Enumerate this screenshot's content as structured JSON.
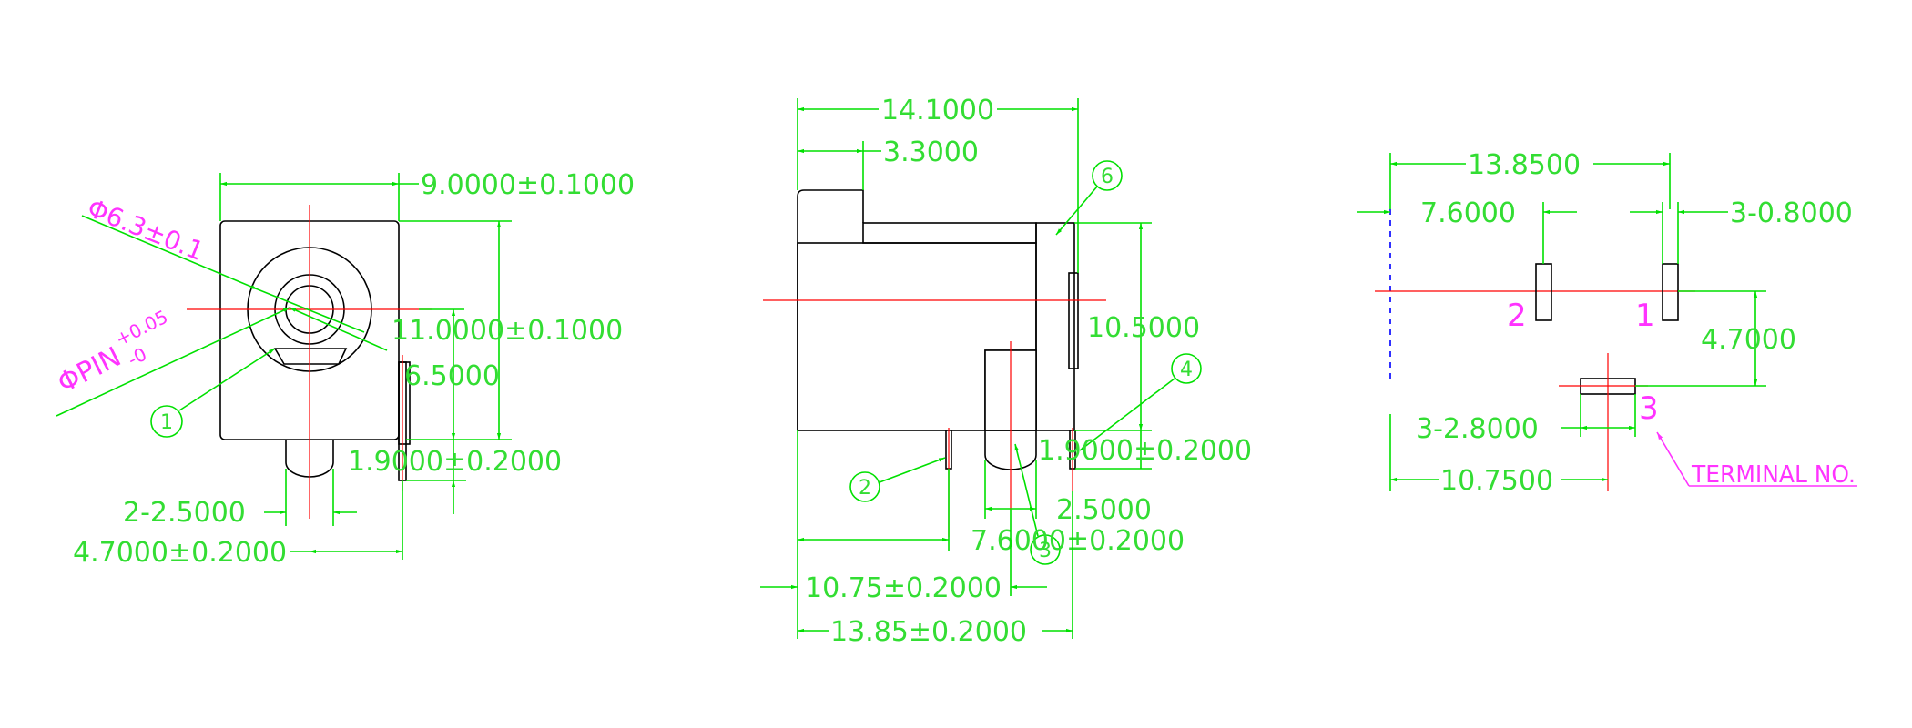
{
  "front": {
    "width": "9.0000±0.1000",
    "hole": "Φ6.3±0.1",
    "pin_label": "ΦPIN",
    "pin_tol_upper": "+0.05",
    "pin_tol_lower": "-0",
    "height": "11.0000±0.1000",
    "h2": "6.5000",
    "h3": "1.9000±0.2000",
    "pitch": "2-2.5000",
    "offset": "4.7000±0.2000",
    "balloon_1": "1"
  },
  "side": {
    "top_length": "14.1000",
    "nose": "3.3000",
    "height": "10.5000",
    "pin_height": "1.9000±0.2000",
    "pin_w": "2.5000",
    "dist_1": "7.6000±0.2000",
    "dist_2": "10.75±0.2000",
    "dist_3": "13.85±0.2000",
    "balloon_2": "2",
    "balloon_3": "3",
    "balloon_4": "4",
    "balloon_6": "6"
  },
  "footprint": {
    "overall": "13.8500",
    "pitch": "7.6000",
    "slot_w": "3-0.8000",
    "v_off": "4.7000",
    "slot_len": "3-2.8000",
    "h_off": "10.7500",
    "pad_1": "1",
    "pad_2": "2",
    "pad_3": "3",
    "terminal_note": "TERMINAL NO."
  }
}
